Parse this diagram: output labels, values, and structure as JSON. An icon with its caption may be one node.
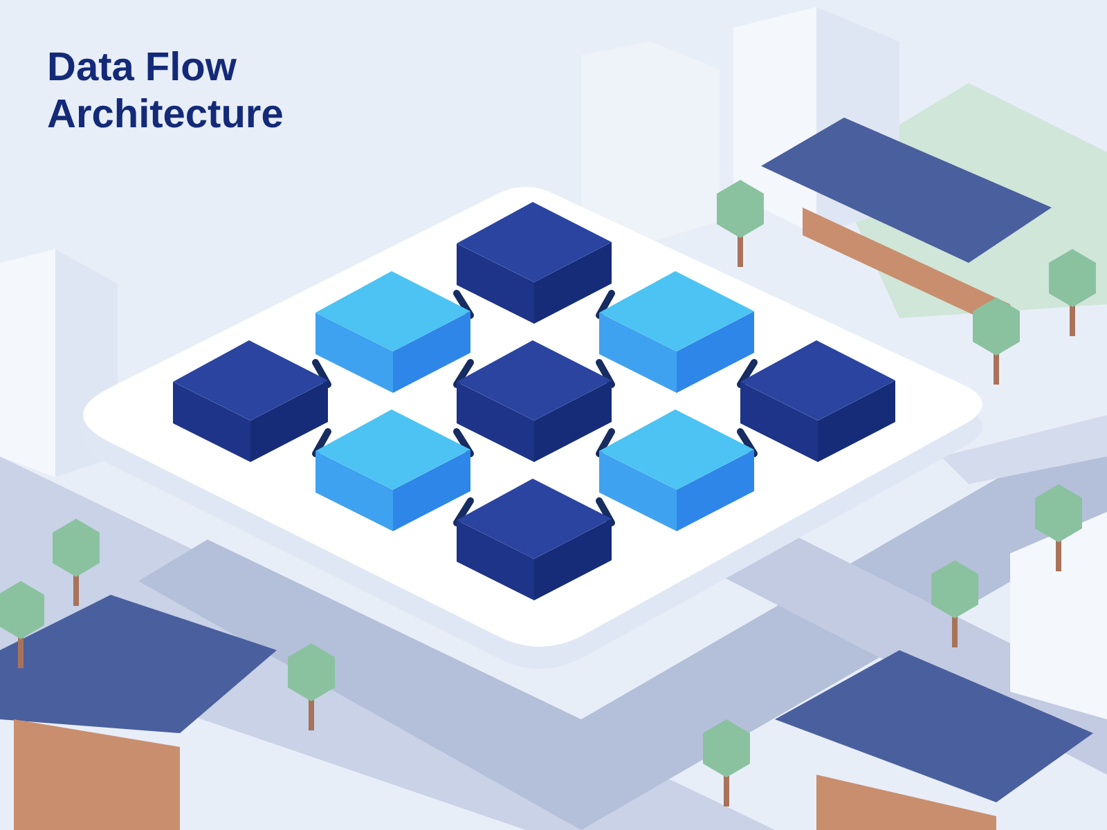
{
  "diagram": {
    "title": "Data Flow Architecture",
    "nodes": [
      {
        "text": [],
        "shape": "cube"
      },
      {
        "text": [],
        "shape": "cube"
      },
      {
        "text": [],
        "shape": "cube"
      },
      {
        "text": [],
        "shape": "cube"
      },
      {
        "text": [],
        "shape": "cube"
      },
      {
        "text": [],
        "shape": "cube"
      },
      {
        "text": [],
        "shape": "cube"
      },
      {
        "text": [],
        "shape": "cube"
      },
      {
        "text": [],
        "shape": "cube"
      }
    ],
    "edges": [
      {
        "from": 0,
        "to": 1,
        "arrow": "none"
      },
      {
        "from": 0,
        "to": 2,
        "arrow": "none"
      },
      {
        "from": 1,
        "to": 3,
        "arrow": "none"
      },
      {
        "from": 1,
        "to": 4,
        "arrow": "none"
      },
      {
        "from": 2,
        "to": 4,
        "arrow": "none"
      },
      {
        "from": 2,
        "to": 5,
        "arrow": "none"
      },
      {
        "from": 3,
        "to": 6,
        "arrow": "none"
      },
      {
        "from": 4,
        "to": 6,
        "arrow": "none"
      },
      {
        "from": 4,
        "to": 7,
        "arrow": "none"
      },
      {
        "from": 5,
        "to": 7,
        "arrow": "none"
      },
      {
        "from": 6,
        "to": 8,
        "arrow": "none"
      },
      {
        "from": 7,
        "to": 8,
        "arrow": "none"
      }
    ]
  }
}
